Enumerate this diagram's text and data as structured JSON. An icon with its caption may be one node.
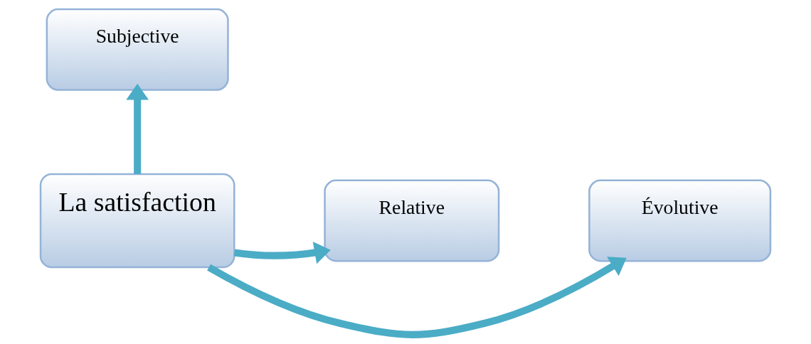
{
  "diagram": {
    "nodes": [
      {
        "text": [
          "Subjective"
        ]
      },
      {
        "text": [
          "La satisfaction"
        ]
      },
      {
        "text": [
          "Évolutive"
        ]
      },
      {
        "text": [
          "Relative"
        ]
      }
    ],
    "edges": [
      {
        "from": 1,
        "to": 0,
        "arrow": "to"
      },
      {
        "from": 1,
        "to": 2,
        "arrow": "to"
      },
      {
        "from": 1,
        "to": 3,
        "arrow": "to"
      }
    ]
  }
}
